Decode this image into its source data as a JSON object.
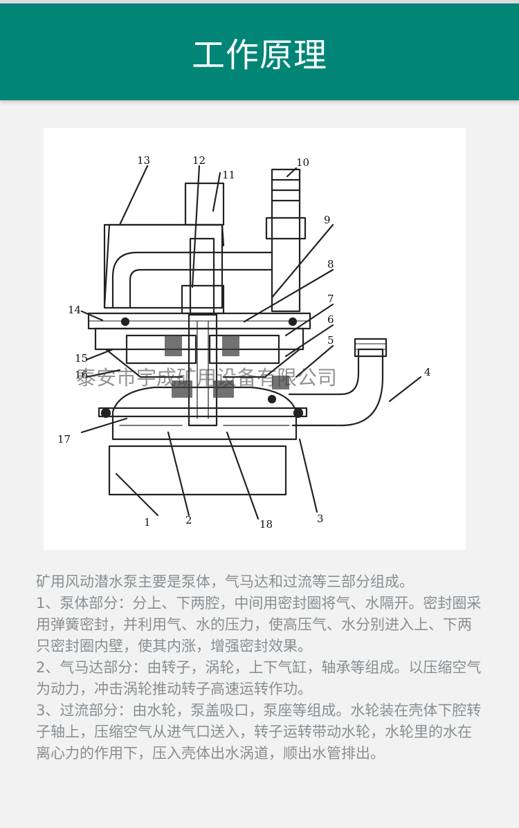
{
  "header": {
    "title": "工作原理"
  },
  "diagram": {
    "labels": [
      "1",
      "2",
      "3",
      "4",
      "5",
      "6",
      "7",
      "8",
      "9",
      "10",
      "11",
      "12",
      "13",
      "14",
      "15",
      "16",
      "17",
      "18"
    ],
    "watermark": "泰安市宇成矿用设备有限公司"
  },
  "description": {
    "paragraphs": [
      "矿用风动潜水泵主要是泵体，气马达和过流等三部分组成。",
      "1、泵体部分：分上、下两腔，中间用密封圈将气、水隔开。密封圈采用弹簧密封，并利用气、水的压力，使高压气、水分别进入上、下两只密封圈内壁，使其内涨，增强密封效果。",
      "2、气马达部分：由转子，涡轮，上下气缸，轴承等组成。以压缩空气为动力，冲击涡轮推动转子高速运转作功。",
      "3、过流部分：由水轮，泵盖吸口，泵座等组成。水轮装在壳体下腔转子轴上，压缩空气从进气口送入，转子运转带动水轮，水轮里的水在离心力的作用下，压入壳体出水涡道，顺出水管排出。"
    ]
  }
}
